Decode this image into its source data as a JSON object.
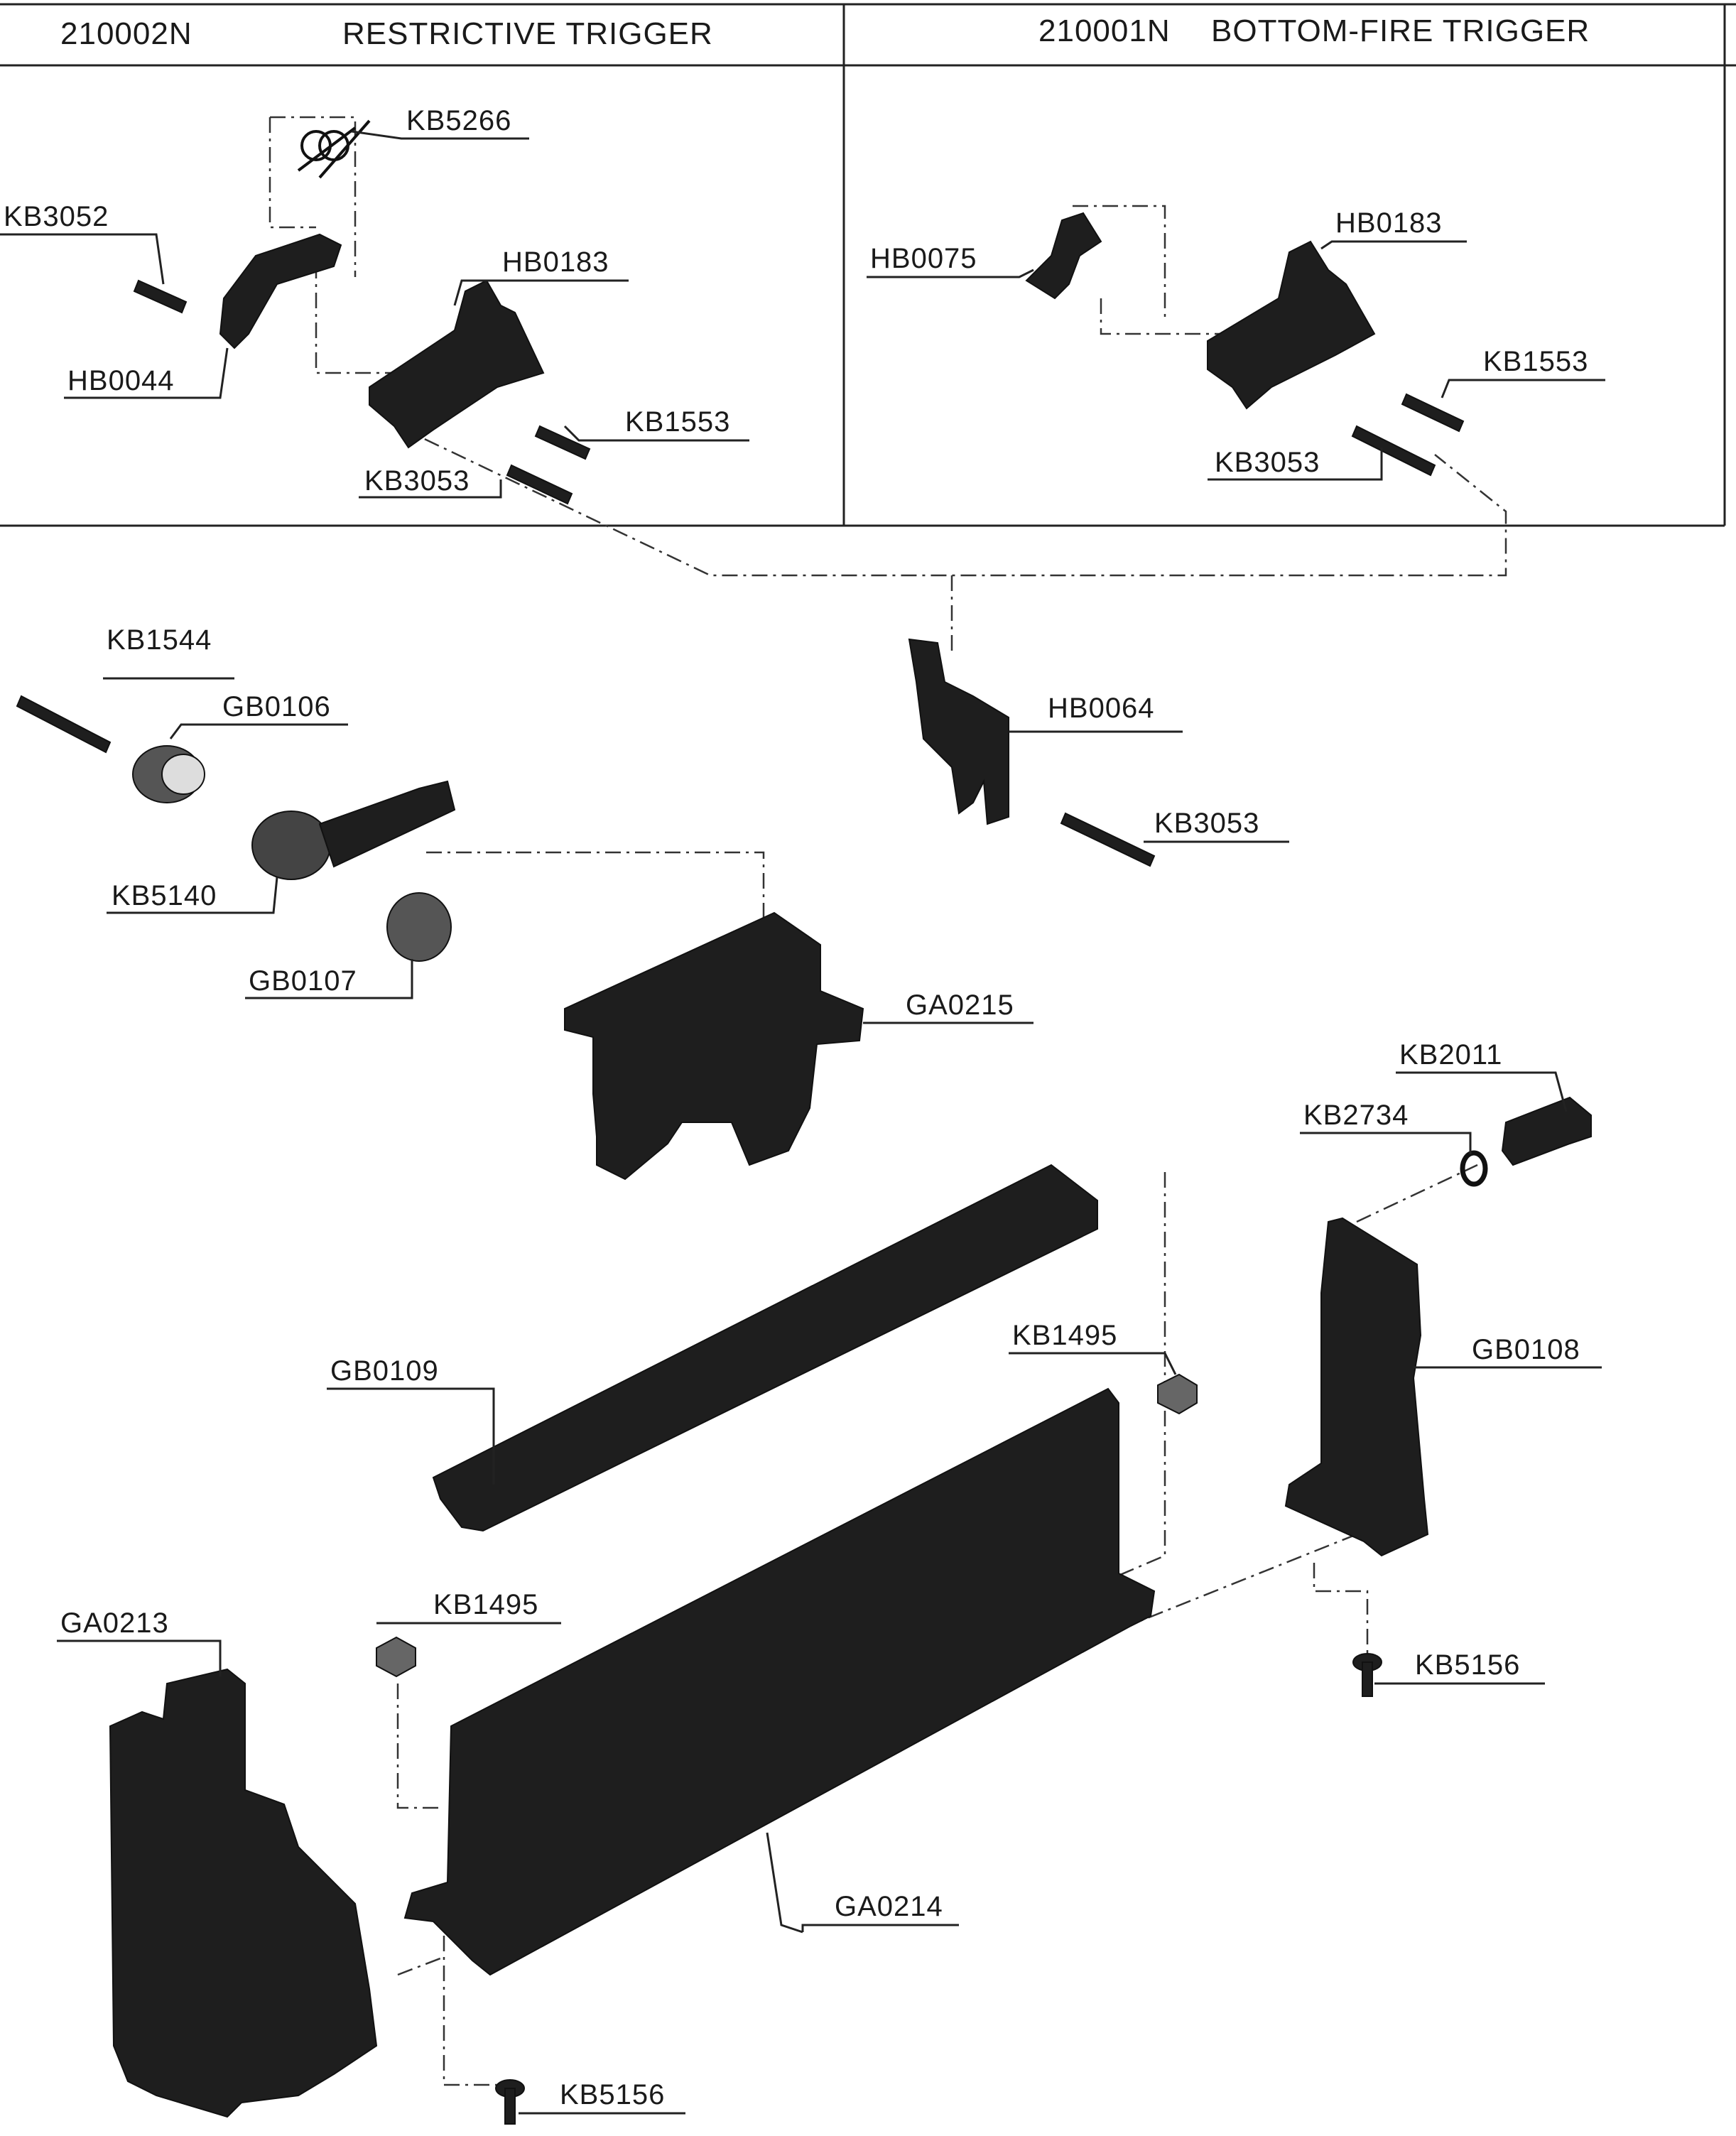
{
  "header": {
    "left_code": "210002N",
    "left_title": "RESTRICTIVE TRIGGER",
    "right_code": "210001N",
    "right_title": "BOTTOM-FIRE TRIGGER"
  },
  "parts": {
    "kb5266": "KB5266",
    "kb3052": "KB3052",
    "hb0183_a": "HB0183",
    "hb0044": "HB0044",
    "kb1553_a": "KB1553",
    "kb3053_a": "KB3053",
    "hb0075": "HB0075",
    "hb0183_b": "HB0183",
    "kb1553_b": "KB1553",
    "kb3053_b": "KB3053",
    "kb1544": "KB1544",
    "gb0106": "GB0106",
    "kb5140": "KB5140",
    "gb0107": "GB0107",
    "hb0064": "HB0064",
    "kb3053_c": "KB3053",
    "ga0215": "GA0215",
    "kb2011": "KB2011",
    "kb2734": "KB2734",
    "gb0108": "GB0108",
    "gb0109": "GB0109",
    "kb1495_a": "KB1495",
    "kb1495_b": "KB1495",
    "ga0213": "GA0213",
    "kb5156_a": "KB5156",
    "ga0214": "GA0214",
    "kb5156_b": "KB5156"
  }
}
